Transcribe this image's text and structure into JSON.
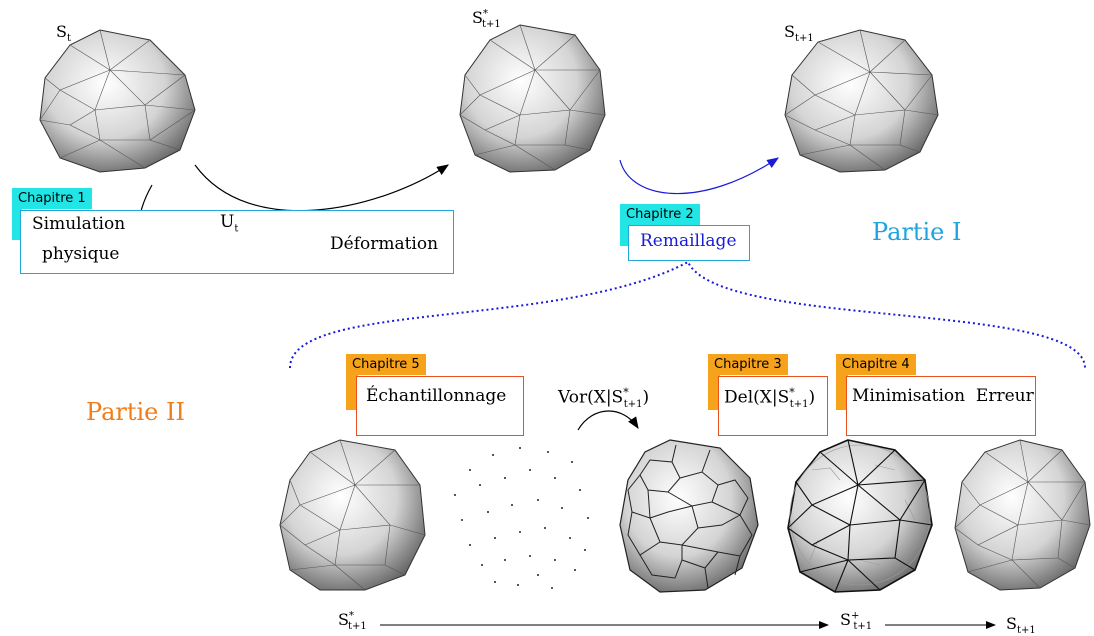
{
  "top_labels": {
    "s_t": {
      "base": "S",
      "sub": "t",
      "sup": ""
    },
    "s_star": {
      "base": "S",
      "sub": "t+1",
      "sup": "*"
    },
    "s_next": {
      "base": "S",
      "sub": "t+1",
      "sup": ""
    }
  },
  "chapter1": {
    "tab": "Chapitre 1",
    "line1": "Simulation",
    "line2": "physique",
    "ut_base": "U",
    "ut_sub": "t",
    "deformation": "Déformation"
  },
  "chapter2": {
    "tab": "Chapitre 2",
    "label": "Remaillage"
  },
  "parts": {
    "part1": "Partie I",
    "part2": "Partie II"
  },
  "chapter5": {
    "tab": "Chapitre 5",
    "label": "Échantillonnage"
  },
  "vor": {
    "prefix": "Vor(X|S",
    "sub": "t+1",
    "sup": "*",
    "suffix": ")"
  },
  "chapter3": {
    "tab": "Chapitre 3",
    "prefix": "Del(X|S",
    "sub": "t+1",
    "sup": "*",
    "suffix": ")"
  },
  "chapter4": {
    "tab": "Chapitre 4",
    "label": "Minimisation  Erreur"
  },
  "bottom_labels": {
    "s_star": {
      "base": "S",
      "sub": "t+1",
      "sup": "*"
    },
    "s_plus": {
      "base": "S",
      "sub": "t+1",
      "sup": "+"
    },
    "s_next": {
      "base": "S",
      "sub": "t+1",
      "sup": ""
    }
  },
  "colors": {
    "cyan_tab": "#22e5e5",
    "orange_tab": "#f7a21b",
    "part1": "#1fa3e0",
    "part2": "#f07d1a",
    "remaillage": "#1a1ad8"
  }
}
